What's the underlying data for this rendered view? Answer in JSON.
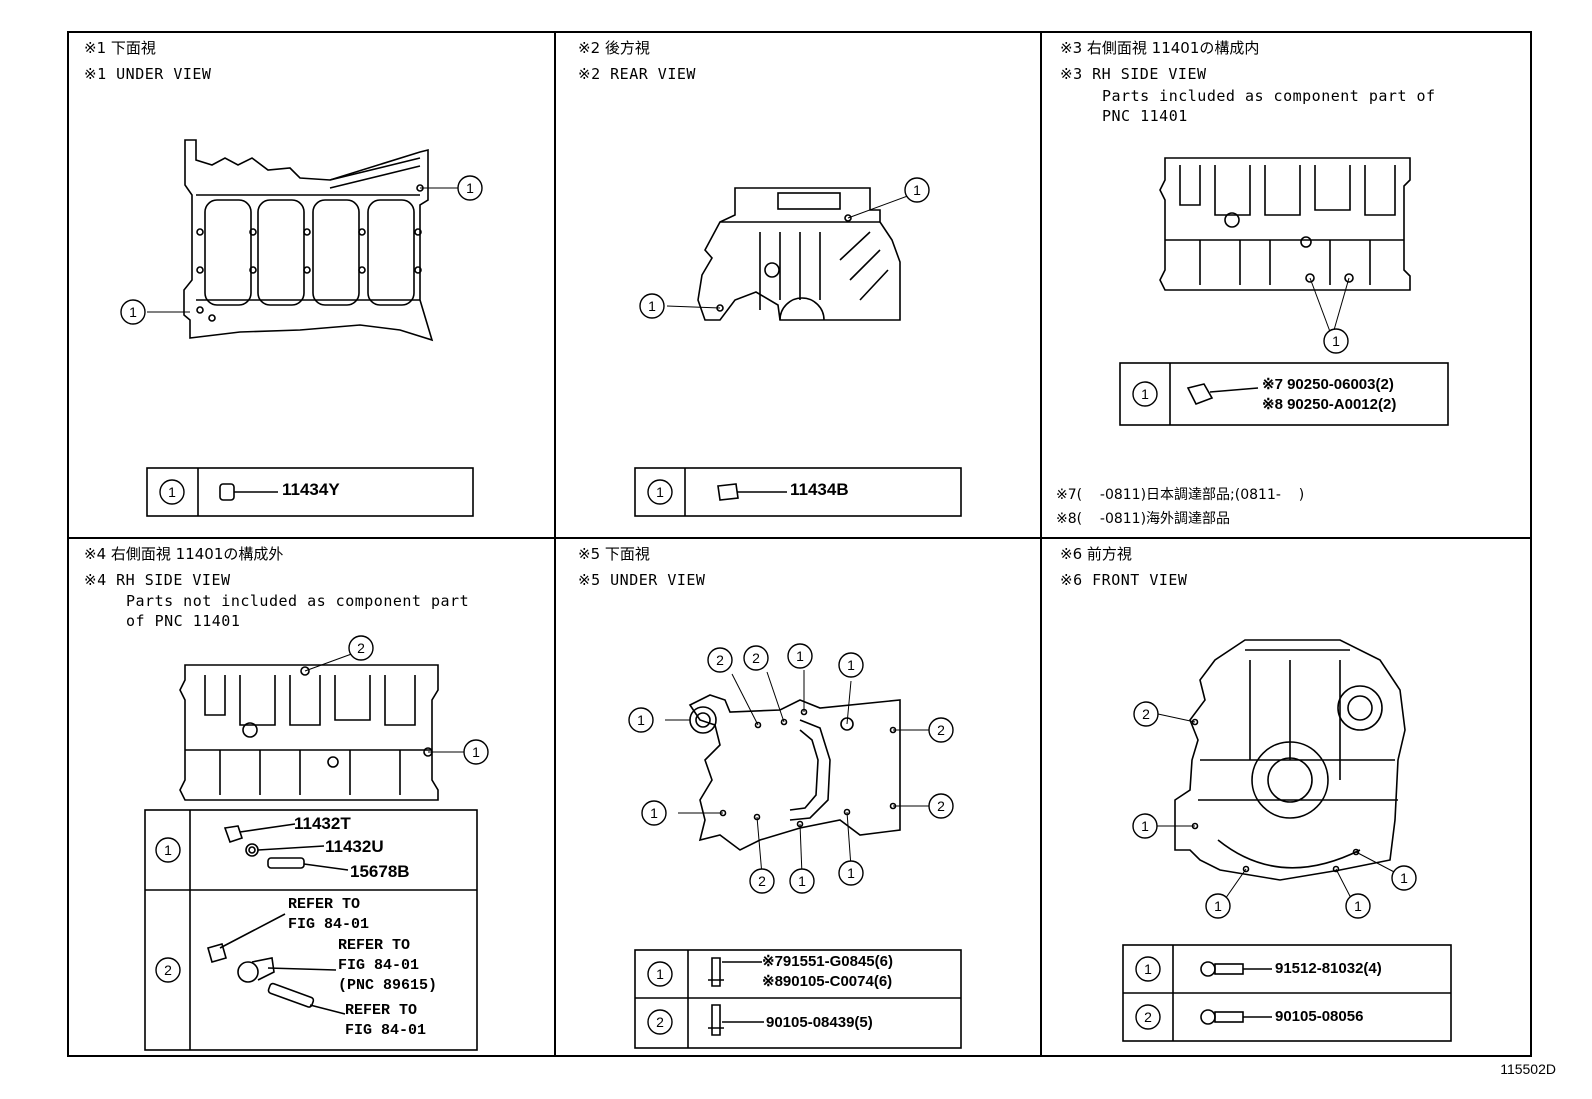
{
  "panels": [
    {
      "jp": "※1 下面視",
      "en": "※1 UNDER VIEW",
      "en2": "",
      "table": [
        {
          "callout": "1",
          "part": "11434Y"
        }
      ]
    },
    {
      "jp": "※2 後方視",
      "en": "※2 REAR VIEW",
      "en2": "",
      "table": [
        {
          "callout": "1",
          "part": "11434B"
        }
      ]
    },
    {
      "jp": "※3 右側面視 11401の構成内",
      "en": "※3 RH SIDE VIEW",
      "en2": "Parts included as component part of\nPNC 11401",
      "table": [
        {
          "callout": "1",
          "parts": [
            "※7 90250-06003(2)",
            "※8 90250-A0012(2)"
          ]
        }
      ],
      "notes": [
        "※7(    -0811)日本調達部品;(0811-    )",
        "※8(    -0811)海外調達部品"
      ]
    },
    {
      "jp": "※4 右側面視 11401の構成外",
      "en": "※4 RH SIDE VIEW",
      "en2": "Parts not included as component part\nof PNC 11401",
      "table": [
        {
          "callout": "1",
          "parts": [
            "11432T",
            "11432U",
            "15678B"
          ]
        },
        {
          "callout": "2",
          "refs": [
            "REFER TO\nFIG 84-01",
            "REFER TO\nFIG 84-01\n(PNC 89615)",
            "REFER TO\nFIG 84-01"
          ]
        }
      ]
    },
    {
      "jp": "※5 下面視",
      "en": "※5 UNDER VIEW",
      "en2": "",
      "table": [
        {
          "callout": "1",
          "parts": [
            "※791551-G0845(6)",
            "※890105-C0074(6)"
          ]
        },
        {
          "callout": "2",
          "parts": [
            "90105-08439(5)"
          ]
        }
      ]
    },
    {
      "jp": "※6 前方視",
      "en": "※6 FRONT VIEW",
      "en2": "",
      "table": [
        {
          "callout": "1",
          "parts": [
            "91512-81032(4)"
          ]
        },
        {
          "callout": "2",
          "parts": [
            "90105-08056"
          ]
        }
      ]
    }
  ],
  "callout_1": "1",
  "callout_2": "2",
  "figure_number": "115502D"
}
